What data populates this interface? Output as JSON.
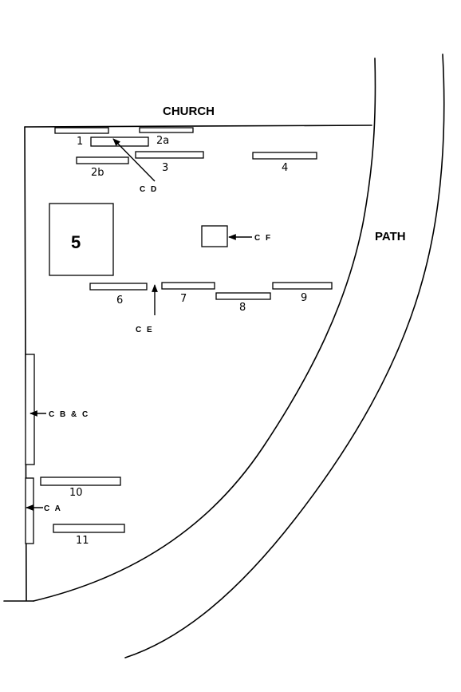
{
  "labels": {
    "church": "CHURCH",
    "path": "PATH"
  },
  "graves": {
    "g1": "1",
    "g2a": "2a",
    "g2b": "2b",
    "g3": "3",
    "g4": "4",
    "g5": "5",
    "g6": "6",
    "g7": "7",
    "g8": "8",
    "g9": "9",
    "g10": "10",
    "g11": "11"
  },
  "markers": {
    "ca": "C A",
    "cbc": "C B & C",
    "cd": "C D",
    "ce": "C E",
    "cf": "C F"
  }
}
